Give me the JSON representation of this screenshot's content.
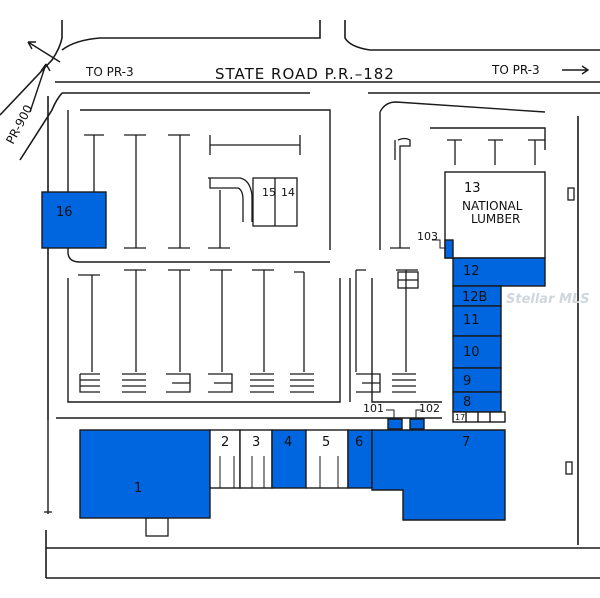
{
  "map": {
    "road_main": "STATE ROAD P.R.–182",
    "road_side": "PR-900",
    "dir_left": "TO PR-3",
    "dir_right": "TO PR-3",
    "unit_color": "#0066e0",
    "line_color": "#1a1a1a"
  },
  "units": {
    "u1": "1",
    "u2": "2",
    "u3": "3",
    "u4": "4",
    "u5": "5",
    "u6": "6",
    "u7": "7",
    "u8": "8",
    "u9": "9",
    "u10": "10",
    "u11": "11",
    "u12": "12",
    "u12b": "12B",
    "u13": "13",
    "u13_name_1": "NATIONAL",
    "u13_name_2": "LUMBER",
    "u14": "14",
    "u15": "15",
    "u16": "16",
    "u17": "17",
    "u101": "101",
    "u102": "102",
    "u103": "103"
  },
  "watermark": "Stellar MLS"
}
